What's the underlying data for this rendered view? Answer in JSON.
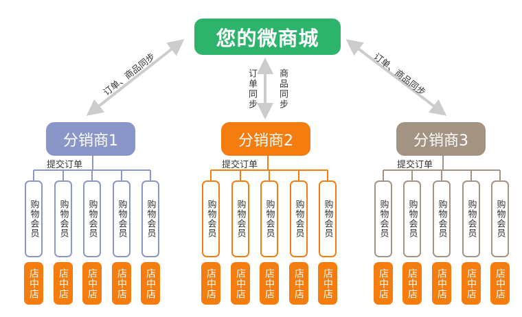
{
  "main": {
    "title": "您的微商城",
    "color": "#2db36b"
  },
  "sync": {
    "left_label": "订单、商品同步",
    "right_label": "订单、商品同步",
    "center_left": "订单同步",
    "center_right": "商品同步"
  },
  "distributors": [
    {
      "name": "分销商1",
      "color": "#8b96c8",
      "submit": "提交订单",
      "members": [
        "购物会员",
        "购物会员",
        "购物会员",
        "购物会员",
        "购物会员"
      ],
      "stores": [
        "店中店",
        "店中店",
        "店中店",
        "店中店",
        "店中店"
      ]
    },
    {
      "name": "分销商2",
      "color": "#f57c0e",
      "submit": "提交订单",
      "members": [
        "购物会员",
        "购物会员",
        "购物会员",
        "购物会员",
        "购物会员"
      ],
      "stores": [
        "店中店",
        "店中店",
        "店中店",
        "店中店",
        "店中店"
      ]
    },
    {
      "name": "分销商3",
      "color": "#a39382",
      "submit": "提交订单",
      "members": [
        "购物会员",
        "购物会员",
        "购物会员",
        "购物会员",
        "购物会员"
      ],
      "stores": [
        "店中店",
        "店中店",
        "店中店",
        "店中店",
        "店中店"
      ]
    }
  ],
  "store_color": "#f57c0e",
  "arrow_color": "#cccccc"
}
